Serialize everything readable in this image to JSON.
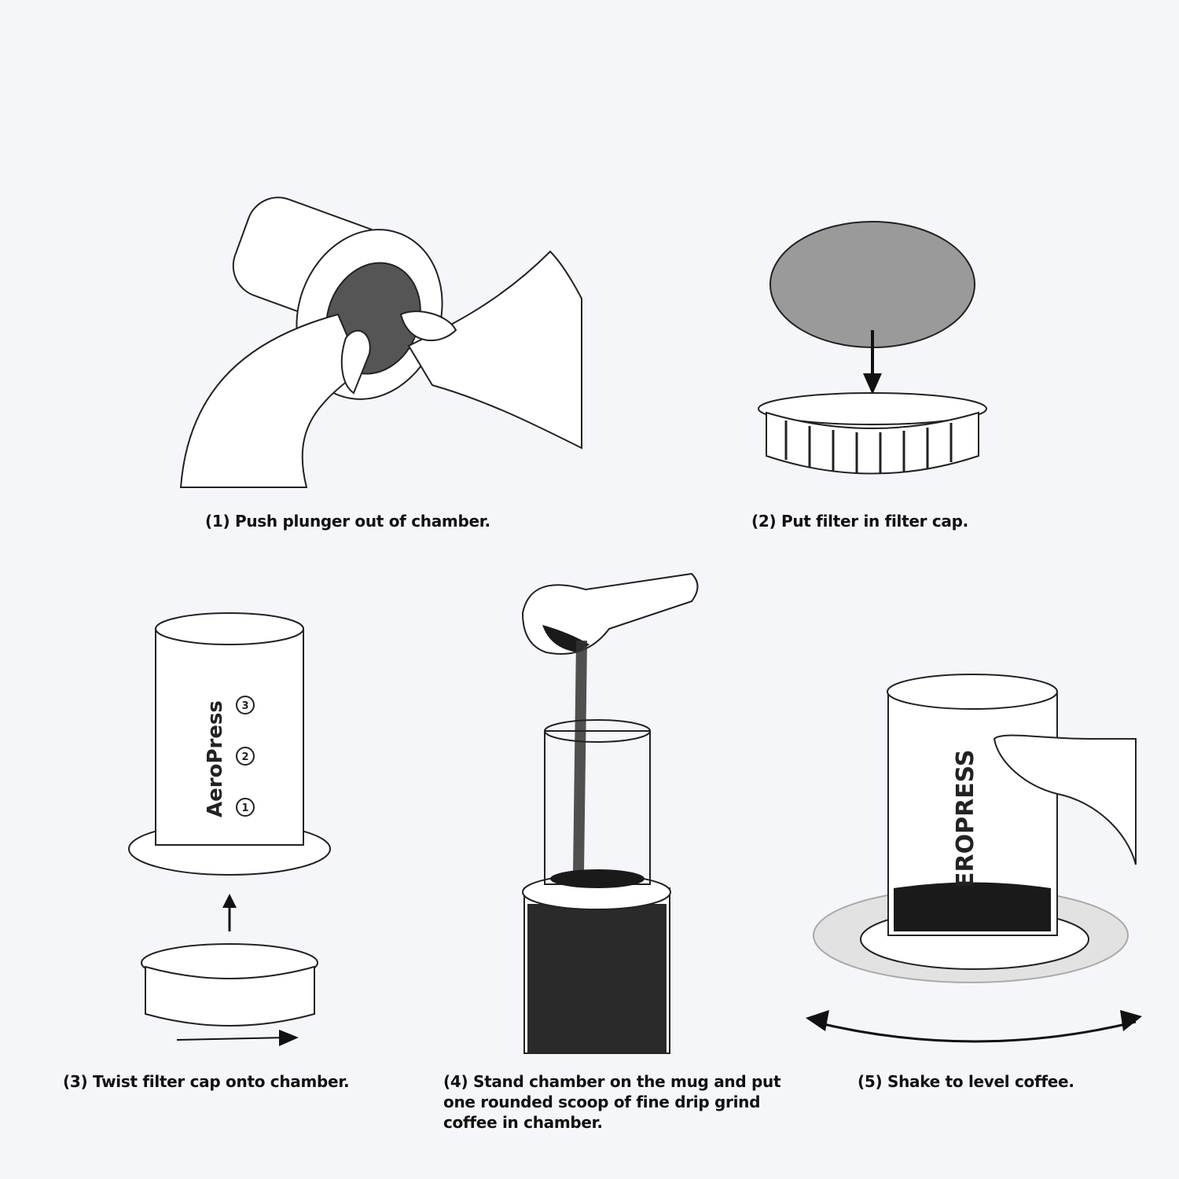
{
  "brand": "AeroPress",
  "colors": {
    "background": "#f5f6fa",
    "ink": "#111111",
    "filter": "#9a9a9a",
    "coffee": "#1a1a1a"
  },
  "steps": [
    {
      "number": 1,
      "caption": "(1) Push plunger out of chamber."
    },
    {
      "number": 2,
      "caption": "(2) Put filter in filter cap."
    },
    {
      "number": 3,
      "caption": "(3) Twist filter cap onto chamber."
    },
    {
      "number": 4,
      "caption": "(4) Stand chamber on the mug and put one rounded scoop of fine drip grind coffee in chamber."
    },
    {
      "number": 5,
      "caption": "(5) Shake to level coffee."
    }
  ],
  "chamber_marks": [
    "1",
    "2",
    "3"
  ]
}
